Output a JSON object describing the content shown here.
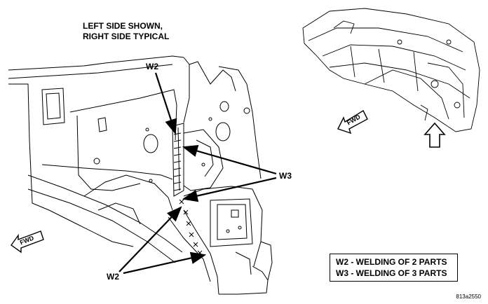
{
  "caption": {
    "line1": "LEFT SIDE SHOWN,",
    "line2": "RIGHT SIDE TYPICAL"
  },
  "labels": {
    "w2_top": "W2",
    "w3": "W3",
    "w2_bottom": "W2",
    "fwd_main": "FWD",
    "fwd_inset": "FWD"
  },
  "legend": {
    "row1": "W2 - WELDING OF 2 PARTS",
    "row2": "W3 - WELDING OF 3 PARTS"
  },
  "figure_id": "813a2550"
}
